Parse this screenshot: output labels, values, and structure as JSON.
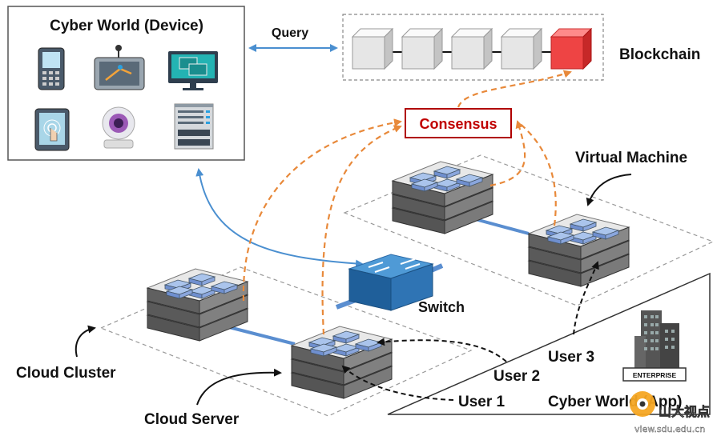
{
  "labels": {
    "cyber_world_device": "Cyber World (Device)",
    "query": "Query",
    "blockchain": "Blockchain",
    "consensus": "Consensus",
    "virtual_machine": "Virtual Machine",
    "switch": "Switch",
    "cloud_cluster": "Cloud Cluster",
    "cloud_server": "Cloud Server",
    "user1": "User 1",
    "user2": "User 2",
    "user3": "User 3",
    "cyber_world_app": "Cyber World (App)",
    "enterprise": "ENTERPRISE"
  },
  "watermark": {
    "brand": "山大视点",
    "url": "view.sdu.edu.cn"
  },
  "devices": [
    {
      "name": "mobile-phone-icon"
    },
    {
      "name": "gps-navigator-icon"
    },
    {
      "name": "desktop-monitor-icon"
    },
    {
      "name": "tablet-touch-icon"
    },
    {
      "name": "webcam-icon"
    },
    {
      "name": "server-tower-icon"
    }
  ],
  "blocks": [
    {
      "color": "#e6e6e6"
    },
    {
      "color": "#e6e6e6"
    },
    {
      "color": "#e6e6e6"
    },
    {
      "color": "#e6e6e6"
    },
    {
      "color": "#ee4444"
    }
  ],
  "colors": {
    "orange_dashed": "#e8893a",
    "blue_arrow": "#4a8fd0",
    "consensus_border": "#b00000",
    "consensus_text": "#c00000"
  }
}
